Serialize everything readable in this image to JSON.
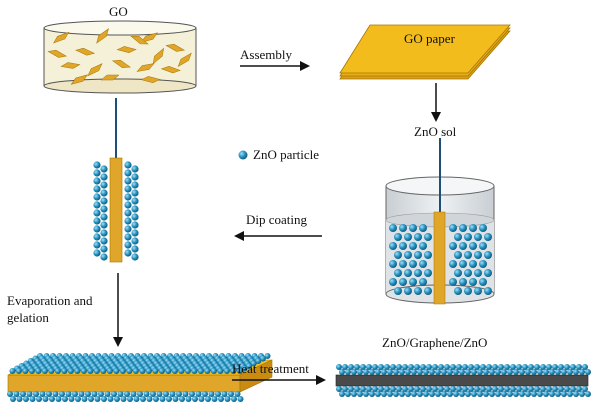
{
  "labels": {
    "go": "GO",
    "go_paper": "GO paper",
    "assembly": "Assembly",
    "zno_sol": "ZnO sol",
    "zno_particle": "ZnO particle",
    "dip_coating": "Dip coating",
    "evaporation": "Evaporation and gelation",
    "zno_graphene_zno": "ZnO/Graphene/ZnO",
    "heat_treatment": "Heat treatment"
  },
  "colors": {
    "particle": "#2a93be",
    "particle_dark": "#0f5f85",
    "go_flake": "#e0a62a",
    "go_paper": "#f2bc1c",
    "graphene_layer": "#4a4a4a",
    "dish_liquid": "#f5f0d8",
    "beaker_liquid": "#dfe3e6"
  }
}
